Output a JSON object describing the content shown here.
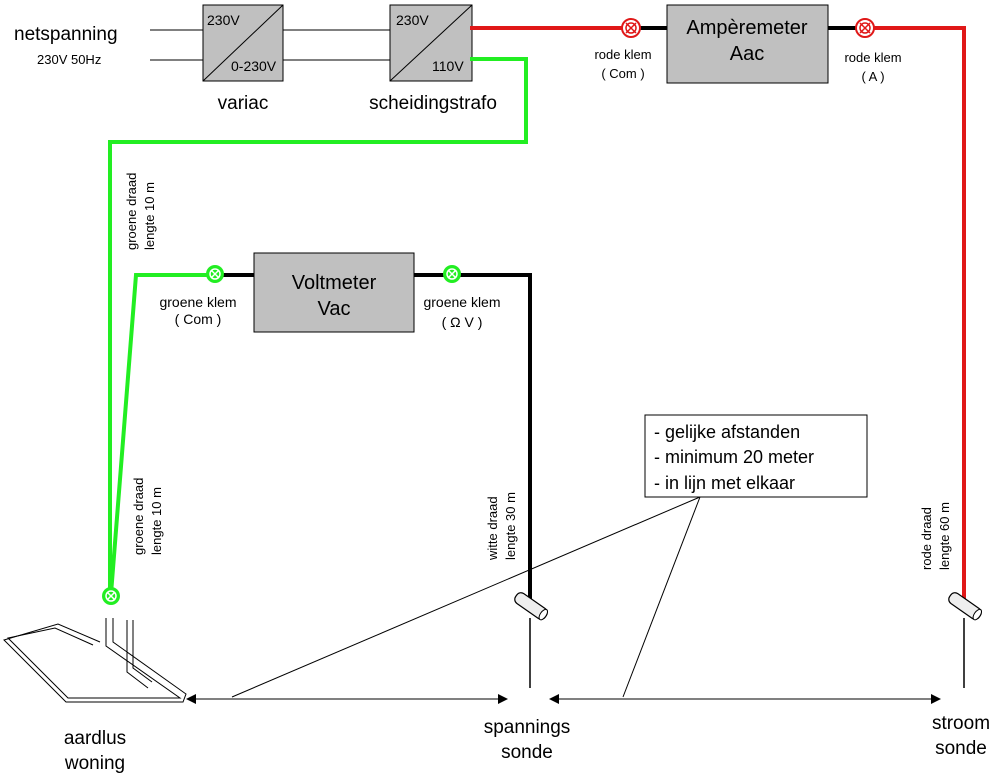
{
  "mains": {
    "label": "netspanning",
    "spec": "230V  50Hz"
  },
  "variac": {
    "in": "230V",
    "out": "0-230V",
    "caption": "variac"
  },
  "transformer": {
    "in": "230V",
    "out": "110V",
    "caption": "scheidingstrafo"
  },
  "ammeter": {
    "title": "Ampèremeter",
    "subtitle": "Aac",
    "left_clamp": {
      "line1": "rode klem",
      "line2": "( Com )"
    },
    "right_clamp": {
      "line1": "rode klem",
      "line2": "( A )"
    }
  },
  "voltmeter": {
    "title": "Voltmeter",
    "subtitle": "Vac",
    "left_clamp": {
      "line1": "groene klem",
      "line2": "( Com )"
    },
    "right_clamp": {
      "line1": "groene klem",
      "line2": "( Ω V )"
    }
  },
  "wires": {
    "green_upper": {
      "line1": "groene draad",
      "line2": "lengte 10 m"
    },
    "green_lower": {
      "line1": "groene draad",
      "line2": "lengte 10 m"
    },
    "white": {
      "line1": "witte draad",
      "line2": "lengte 30 m"
    },
    "red": {
      "line1": "rode draad",
      "line2": "lengte 60 m"
    }
  },
  "notes": [
    "- gelijke afstanden",
    "- minimum 20 meter",
    "- in lijn met elkaar"
  ],
  "ground_points": {
    "loop": {
      "line1": "aardlus",
      "line2": "woning"
    },
    "voltage_probe": {
      "line1": "spannings",
      "line2": "sonde"
    },
    "current_probe": {
      "line1": "stroom",
      "line2": "sonde"
    }
  },
  "colors": {
    "red_wire": "#e01818",
    "green_wire": "#22ee22",
    "black_wire": "#000000",
    "box_fill": "#c0c0c0"
  }
}
